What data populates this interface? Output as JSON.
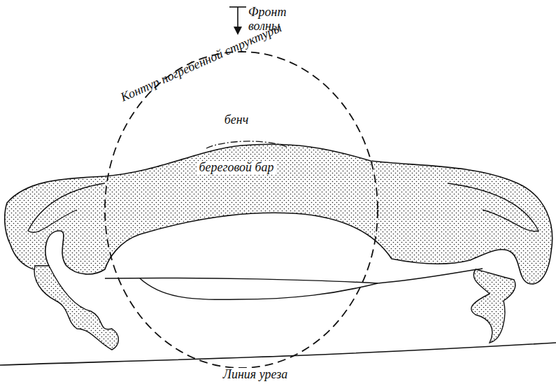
{
  "diagram": {
    "labels": [
      "Фронт волны",
      "Контур погребенной структуры",
      "бенч",
      "береговой бар",
      "Линия уреза"
    ]
  }
}
